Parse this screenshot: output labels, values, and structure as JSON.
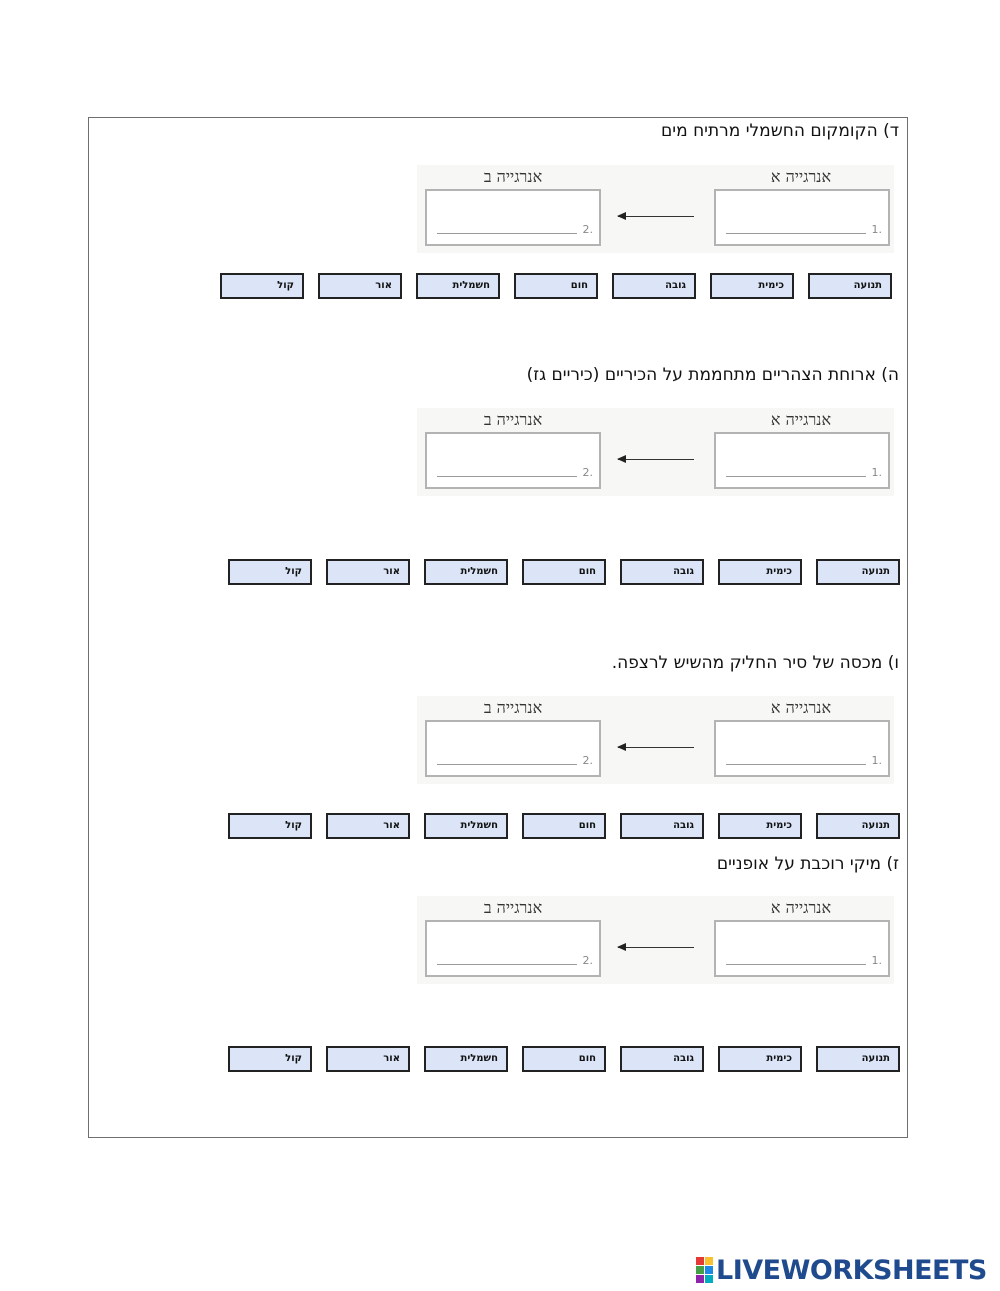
{
  "energy_labels": {
    "a": "אנרגייה א",
    "b": "אנרגייה ב",
    "num1": "1.",
    "num2": "2."
  },
  "chips": [
    "תנועה",
    "כימית",
    "גובה",
    "חום",
    "חשמלית",
    "אור",
    "קול"
  ],
  "questions": [
    {
      "text": "ד) הקומקום החשמלי מרתיח מים"
    },
    {
      "text": "ה) ארוחת הצהריים מתחממת על הכיריים (כיריים גז)"
    },
    {
      "text": "ו) מכסה של סיר החליק מהשיש לרצפה."
    },
    {
      "text": "ז) מיקי רוכבת על אופניים"
    }
  ],
  "brand": {
    "name": "LIVEWORKSHEETS",
    "colors": [
      "#e53935",
      "#fbc02d",
      "#43a047",
      "#1e88e5",
      "#8e24aa",
      "#00acc1"
    ]
  },
  "colors": {
    "chip_fill": "#dbe5f7",
    "frame": "#6f6f6f",
    "brand_text": "#1f4a8d"
  }
}
